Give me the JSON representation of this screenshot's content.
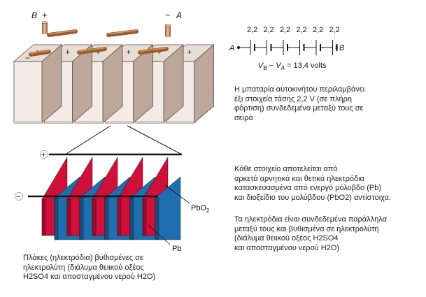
{
  "battery": {
    "terminal_b": "B",
    "terminal_b_sign": "+",
    "terminal_a_sign": "−",
    "terminal_a": "A",
    "cell_plus": "+",
    "cell_minus": "−"
  },
  "circuit": {
    "cell_voltages": [
      "2,2",
      "2,2",
      "2,2",
      "2,2",
      "2,2",
      "2,2"
    ],
    "left_terminal": "A",
    "right_terminal": "B",
    "voltage_equation": "V_B − V_A = 13,4 volts"
  },
  "plates": {
    "plus_marker": "+",
    "minus_marker": "−",
    "pbo2_label": "PbO2",
    "pb_label": "Pb"
  },
  "texts": {
    "battery_description": [
      "Η μπαταρία αυτοκινήτου περιλαμβάνει",
      "έξι στοιχεία τάσης 2,2 V (σε πλήρη",
      "φόρτιση) συνδεδεμένα μεταξύ τους σε",
      "σειρά"
    ],
    "cell_description": [
      "Κάθε στοιχείο αποτελείται από",
      "αρκετά αρνητικά και θετικά ηλεκτρόδια",
      "κατασκευασμένα από ενεργό μόλυβδο (Pb)",
      "και διοξείδιο του μολύβδου (PbO2) αντίστοιχα."
    ],
    "parallel_description": [
      "Τα ηλεκτρόδια είναι συνδεδεμένα παράλληλα",
      "μεταξύ τους και βυθισμένα σε ηλεκτρολύτη",
      "(διάλυμα θειικού οξέος  H2SO4",
      "και αποσταγμένου νερού H2O)"
    ],
    "plates_caption": [
      "Πλάκες (ηλεκτρόδια) βυθισμένες σε",
      "ηλεκτρολύτη (διάλυμα θειικού οξέος",
      "H2SO4 και αποσταγμένου νερού H2O)"
    ]
  },
  "colors": {
    "positive_plate": "#d0103a",
    "negative_plate": "#1f6fae",
    "cell_front": "#f2ebe6",
    "cell_side": "#bda79a",
    "connector": "#9a5a2a",
    "terminal": "#d99a72"
  }
}
